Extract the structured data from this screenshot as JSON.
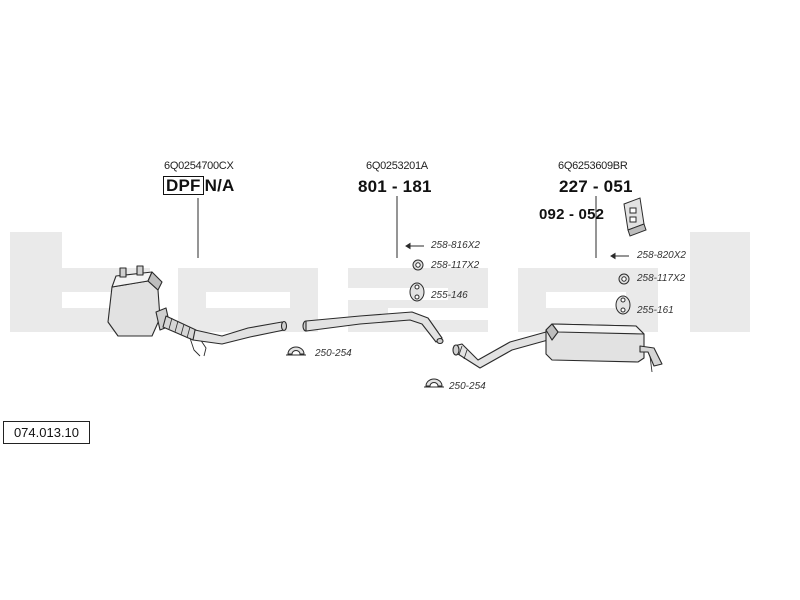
{
  "diagram_code": "074.013.10",
  "watermark_text": "bosal",
  "colors": {
    "line": "#2b2b2b",
    "watermark": "#eaeaea",
    "part_fill": "#e2e2e2",
    "part_shade": "#bdbdbd"
  },
  "sections": {
    "front": {
      "oe_number": "6Q0254700CX",
      "dpf_label": "DPF",
      "part_number": "N/A",
      "clamp_label": "250-254"
    },
    "middle": {
      "oe_number": "6Q0253201A",
      "part_number": "801 - 181",
      "accessories": [
        {
          "icon": "bolt-icon",
          "label": "258-816X2"
        },
        {
          "icon": "seal-ring-icon",
          "label": "258-117X2"
        },
        {
          "icon": "rubber-hanger-icon",
          "label": "255-146"
        }
      ],
      "clamp_label": "250-254"
    },
    "rear": {
      "oe_number": "6Q6253609BR",
      "part_number": "227 - 051",
      "bracket_part_number": "092 - 052",
      "accessories": [
        {
          "icon": "bolt-icon",
          "label": "258-820X2"
        },
        {
          "icon": "seal-ring-icon",
          "label": "258-117X2"
        },
        {
          "icon": "rubber-hanger-icon",
          "label": "255-161"
        }
      ]
    }
  }
}
